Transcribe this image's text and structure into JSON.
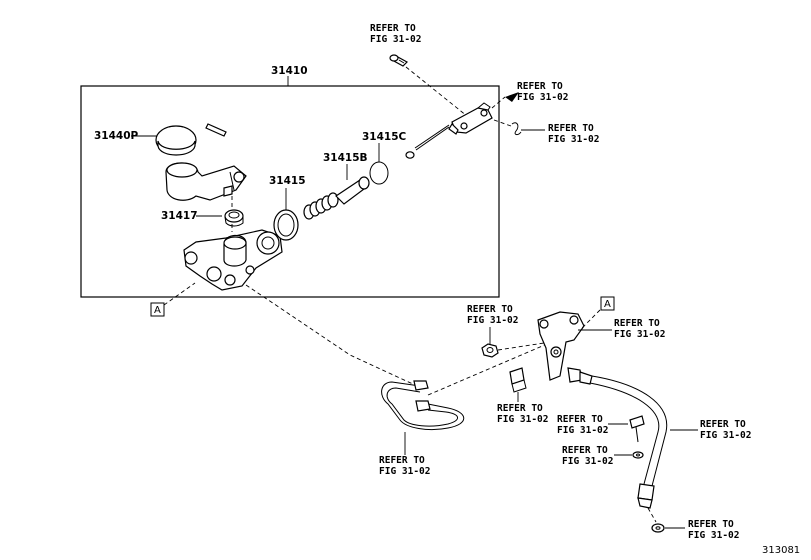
{
  "refer": {
    "line1": "REFER TO",
    "line2": "FIG 31-02"
  },
  "parts": {
    "p31410": "31410",
    "p31440p": "31440P",
    "p31415c": "31415C",
    "p31415b": "31415B",
    "p31415": "31415",
    "p31417": "31417"
  },
  "marker": "A",
  "figure_number": "313081"
}
